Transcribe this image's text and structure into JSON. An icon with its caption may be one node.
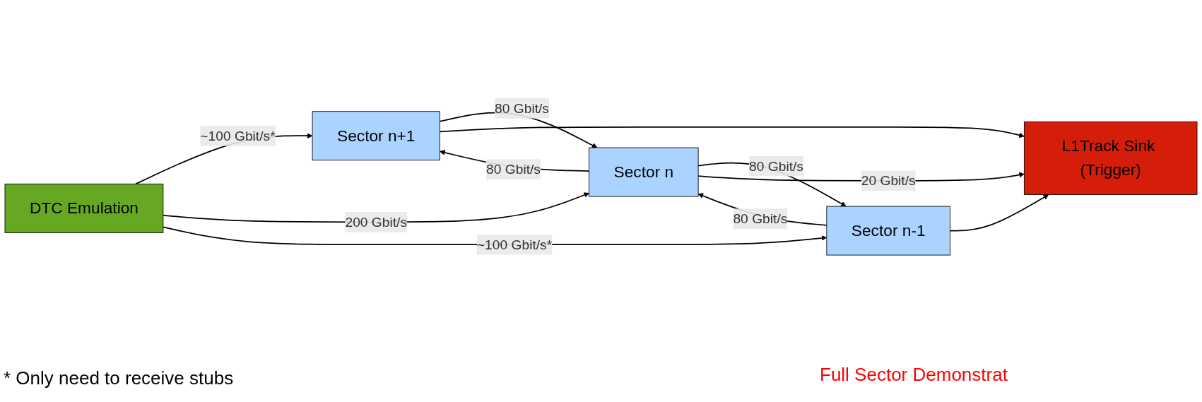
{
  "diagram": {
    "nodes": [
      {
        "text": [
          "DTC Emulation"
        ]
      },
      {
        "text": [
          "Sector n+1"
        ]
      },
      {
        "text": [
          "Sector n"
        ]
      },
      {
        "text": [
          "Sector n-1"
        ]
      },
      {
        "text": [
          "L1Track Sink (Trigger)"
        ]
      }
    ],
    "edges": [
      {
        "from": 0,
        "to": 1,
        "arrow": "to",
        "label": "~100 Gbit/s*"
      },
      {
        "from": 0,
        "to": 2,
        "arrow": "to",
        "label": "200 Gbit/s"
      },
      {
        "from": 0,
        "to": 3,
        "arrow": "to",
        "label": "~100 Gbit/s*"
      },
      {
        "from": 2,
        "to": 1,
        "arrow": "to",
        "label": "80 Gbit/s"
      },
      {
        "from": 1,
        "to": 2,
        "arrow": "to",
        "label": "80 Gbit/s"
      },
      {
        "from": 2,
        "to": 3,
        "arrow": "to",
        "label": "80 Gbit/s"
      },
      {
        "from": 3,
        "to": 2,
        "arrow": "to",
        "label": "80 Gbit/s"
      },
      {
        "from": 1,
        "to": 4,
        "arrow": "to"
      },
      {
        "from": 2,
        "to": 4,
        "arrow": "to",
        "label": "20 Gbit/s"
      },
      {
        "from": 3,
        "to": 4,
        "arrow": "to"
      }
    ],
    "labels": [
      "* Only need to receive stubs",
      "Full Sector Demonstrat"
    ]
  }
}
